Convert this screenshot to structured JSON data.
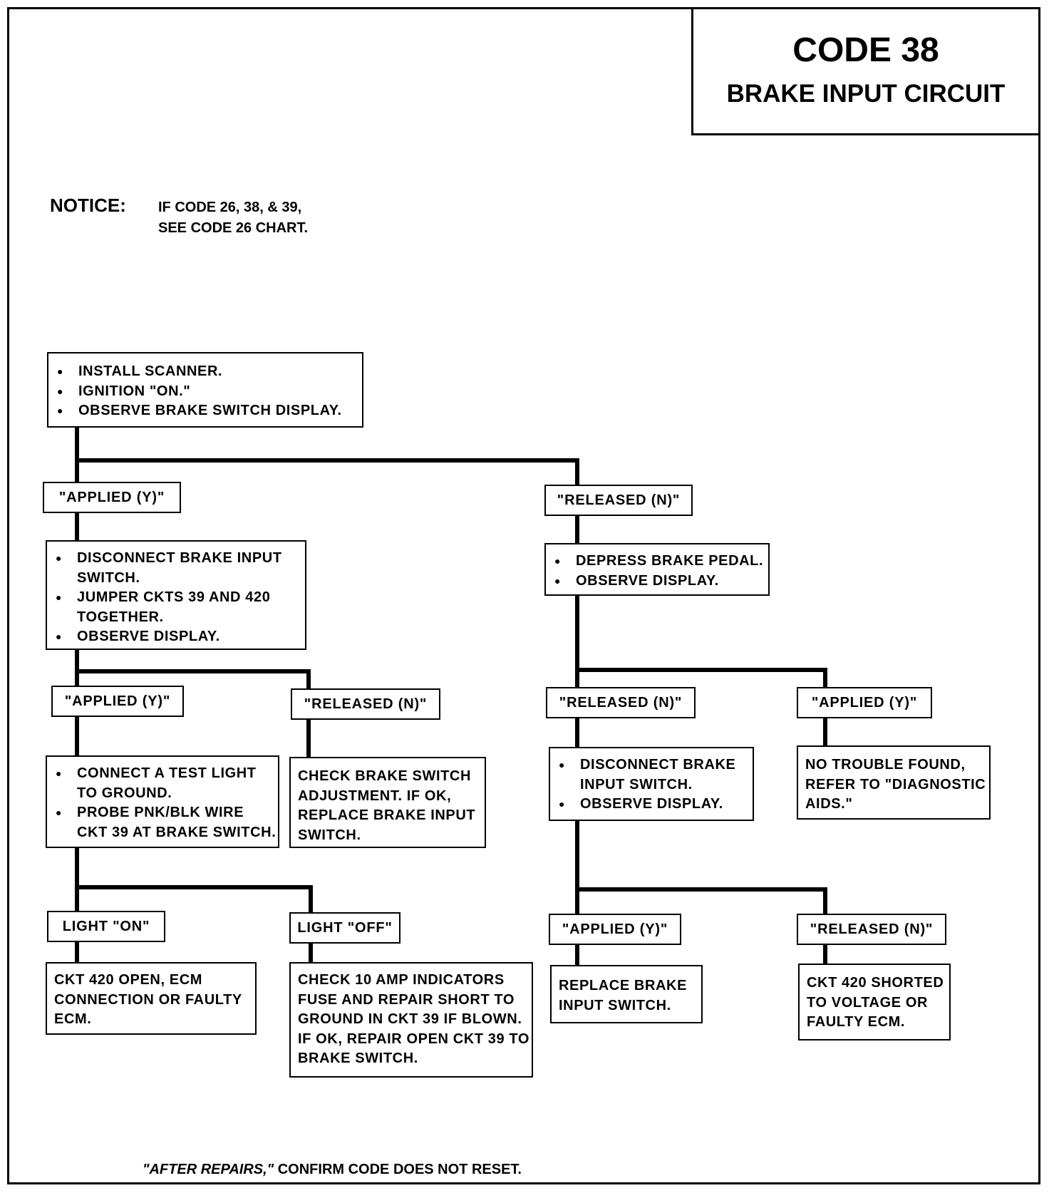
{
  "title": {
    "code": "CODE 38",
    "subtitle": "BRAKE INPUT CIRCUIT"
  },
  "notice": {
    "label": "NOTICE:",
    "lines": [
      "IF CODE 26, 38, & 39,",
      "SEE CODE 26 CHART."
    ]
  },
  "steps": {
    "start": [
      "INSTALL  SCANNER.",
      "IGNITION \"ON.\"",
      "OBSERVE BRAKE SWITCH DISPLAY."
    ],
    "branch_applied_label": "\"APPLIED  (Y)\"",
    "branch_released_label": "\"RELEASED  (N)\"",
    "applied_step": [
      "DISCONNECT BRAKE INPUT SWITCH.",
      "JUMPER CKTS 39 AND 420 TOGETHER.",
      "OBSERVE DISPLAY."
    ],
    "applied_applied_label": "\"APPLIED  (Y)\"",
    "applied_released_label": "\"RELEASED  (N)\"",
    "test_light_step": [
      "CONNECT A TEST LIGHT TO GROUND.",
      "PROBE PNK/BLK WIRE CKT 39 AT BRAKE SWITCH."
    ],
    "check_adjust_result": "CHECK BRAKE SWITCH ADJUSTMENT.  IF OK, REPLACE BRAKE INPUT SWITCH.",
    "light_on_label": "LIGHT \"ON\"",
    "light_off_label": "LIGHT \"OFF\"",
    "light_on_result": "CKT 420 OPEN, ECM CONNECTION OR FAULTY ECM.",
    "light_off_result": "CHECK 10 AMP INDICATORS FUSE AND REPAIR SHORT TO GROUND IN CKT 39 IF BLOWN. IF OK, REPAIR OPEN CKT 39 TO BRAKE SWITCH.",
    "released_step": [
      "DEPRESS BRAKE PEDAL.",
      "OBSERVE DISPLAY."
    ],
    "released_released_label": "\"RELEASED  (N)\"",
    "released_applied_label": "\"APPLIED  (Y)\"",
    "disconnect_step": [
      "DISCONNECT BRAKE INPUT SWITCH.",
      "OBSERVE DISPLAY."
    ],
    "no_trouble_result": "NO TROUBLE FOUND, REFER TO \"DIAGNOSTIC AIDS.\"",
    "final_applied_label": "\"APPLIED  (Y)\"",
    "final_released_label": "\"RELEASED  (N)\"",
    "replace_switch_result": "REPLACE BRAKE INPUT SWITCH.",
    "ckt_shorted_result": "CKT 420 SHORTED TO VOLTAGE OR FAULTY ECM."
  },
  "footer": {
    "emphasis": "\"AFTER REPAIRS,\"",
    "text": " CONFIRM CODE DOES NOT RESET."
  }
}
